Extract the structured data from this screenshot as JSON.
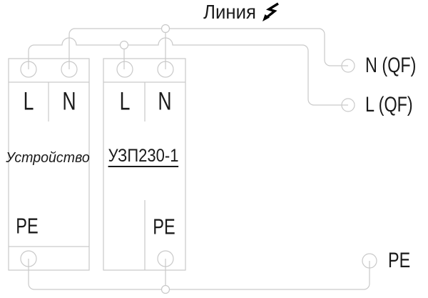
{
  "title": {
    "label": "Линия",
    "symbol": "lightning-bolt"
  },
  "colors": {
    "wire": "#c9c9c9",
    "text": "#1a1a1a",
    "lightning": "#000000",
    "background": "#ffffff"
  },
  "devices": [
    {
      "name": "Устройство",
      "terminals_top": [
        "L",
        "N"
      ],
      "terminal_bottom": "PE"
    },
    {
      "name": "УЗП230-1",
      "underlined": true,
      "terminals_top": [
        "L",
        "N"
      ],
      "terminal_bottom": "PE"
    }
  ],
  "external_terminals": {
    "n_qf": "N (QF)",
    "l_qf": "L (QF)",
    "pe": "PE"
  }
}
